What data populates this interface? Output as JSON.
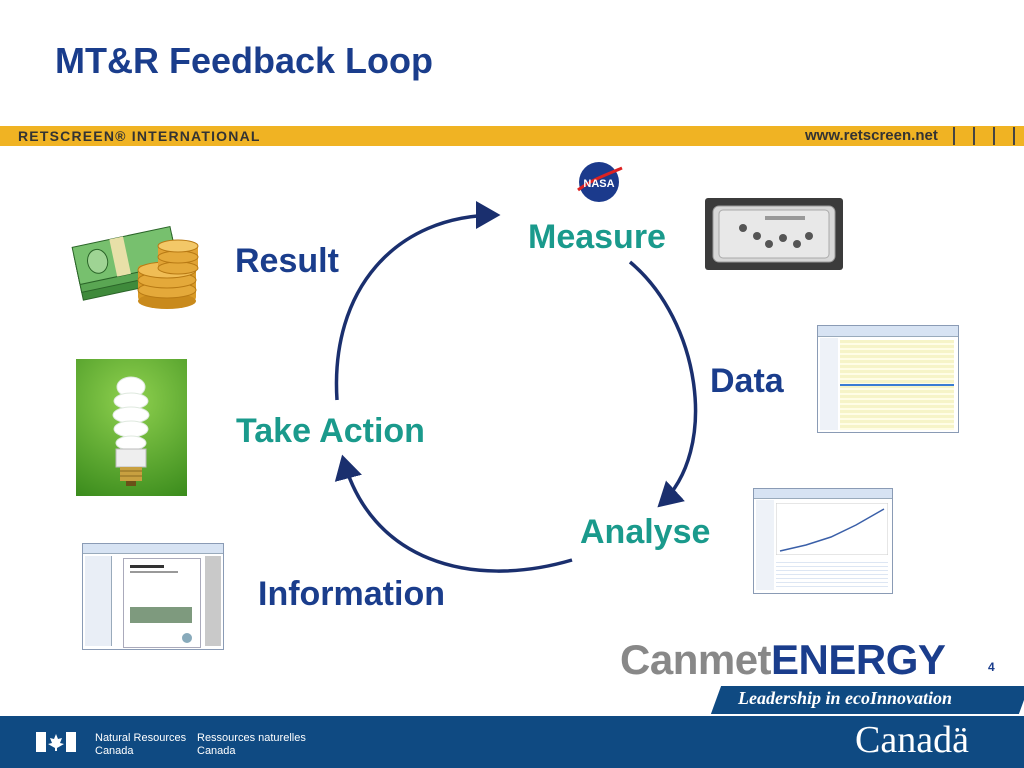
{
  "slide": {
    "title": "MT&R Feedback Loop",
    "page_number": "4"
  },
  "header_band": {
    "left_text": "RETSCREEN® INTERNATIONAL",
    "right_text": "www.retscreen.net",
    "color": "#f0b323"
  },
  "cycle": {
    "stages": {
      "measure": "Measure",
      "data": "Data",
      "analyse": "Analyse",
      "information": "Information",
      "take_action": "Take Action",
      "result": "Result"
    },
    "arrow_color": "#1a2f6e"
  },
  "images": {
    "nasa": "NASA",
    "money": "money-icon",
    "bulb": "light-bulb-icon",
    "report": "report-screenshot",
    "meter": "meter-photo",
    "spreadsheet": "spreadsheet-screenshot",
    "chart": "chart-screenshot"
  },
  "branding": {
    "canmet_part1": "Canmet",
    "canmet_part2": "ENERGY",
    "tagline": "Leadership in ecoInnovation"
  },
  "footer": {
    "en_line1": "Natural Resources",
    "en_line2": "Canada",
    "fr_line1": "Ressources naturelles",
    "fr_line2": "Canada",
    "wordmark": "Canadä"
  },
  "colors": {
    "navy": "#1a3d8c",
    "teal": "#1a9a8c",
    "footer": "#0f4a82"
  }
}
